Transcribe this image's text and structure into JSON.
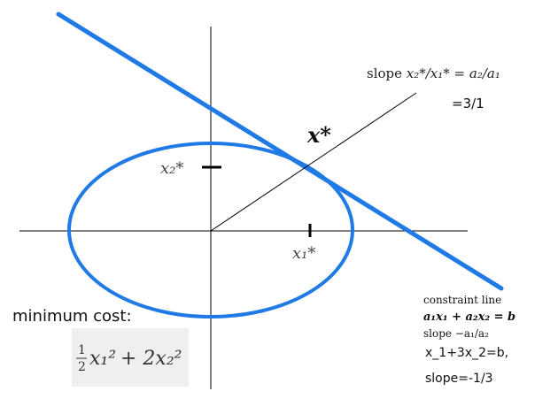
{
  "slope_line_label": {
    "prefix": "slope ",
    "formula": "x₂*/x₁* = a₂/a₁",
    "value": "=3/1"
  },
  "point_label": "x*",
  "tick_labels": {
    "x2": "x₂*",
    "x1": "x₁*"
  },
  "minimum_cost": {
    "caption": "minimum cost:",
    "formula_half": "1",
    "formula_den": "2",
    "formula_rest_a": "x₁²",
    "formula_rest_b": "+ 2x₂²"
  },
  "constraint": {
    "title": "constraint line",
    "equation": "a₁x₁ + a₂x₂ = b",
    "slope_text": "slope −a₁/a₂",
    "specific_equation": "x_1+3x_2=b,",
    "specific_slope": "slope=-1/3"
  },
  "colors": {
    "curve": "#1f7ae6",
    "axis": "#000000",
    "text": "#111111",
    "formula_bg": "#efefef"
  }
}
